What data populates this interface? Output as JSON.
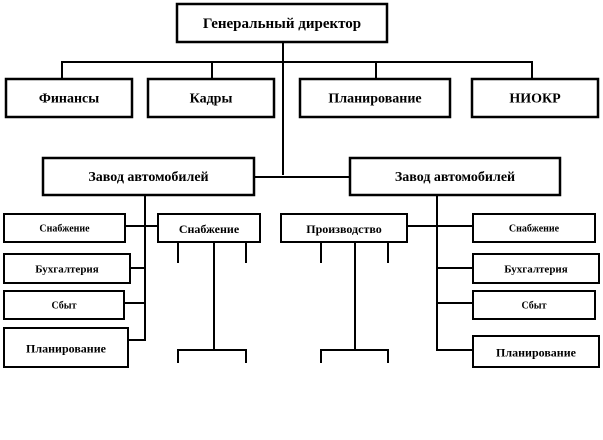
{
  "nodes": {
    "ceo": "Генеральный директор",
    "finance": "Финансы",
    "hr": "Кадры",
    "planning": "Планирование",
    "rnd": "НИОКР",
    "plant_left": "Завод автомобилей",
    "plant_right": "Завод автомобилей",
    "left_supply": "Снабжение",
    "left_accounting": "Бухгалтерия",
    "left_sales": "Сбыт",
    "left_planning": "Планирование",
    "mid_supply": "Снабжение",
    "production": "Производство",
    "right_supply": "Снабжение",
    "right_accounting": "Бухгалтерия",
    "right_sales": "Сбыт",
    "right_planning": "Планирование"
  }
}
